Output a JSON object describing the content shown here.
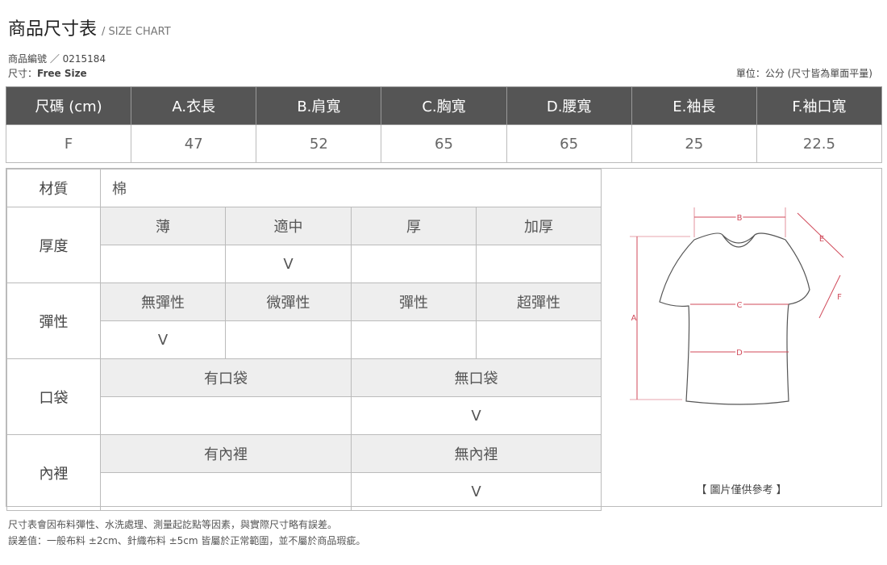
{
  "header": {
    "title": "商品尺寸表",
    "subtitle": "/ SIZE CHART",
    "product_no": "商品編號 ／ 0215184",
    "size_label": "尺寸：",
    "size_value": "Free Size",
    "unit_note": "單位：公分 (尺寸皆為單面平量)"
  },
  "size_table": {
    "columns": [
      "尺碼 (cm)",
      "A.衣長",
      "B.肩寬",
      "C.胸寬",
      "D.腰寬",
      "E.袖長",
      "F.袖口寬"
    ],
    "row": [
      "F",
      "47",
      "52",
      "65",
      "65",
      "25",
      "22.5"
    ]
  },
  "detail": {
    "material": {
      "label": "材質",
      "value": "棉"
    },
    "thickness": {
      "label": "厚度",
      "options": [
        "薄",
        "適中",
        "厚",
        "加厚"
      ],
      "marks": [
        "",
        "V",
        "",
        ""
      ]
    },
    "elasticity": {
      "label": "彈性",
      "options": [
        "無彈性",
        "微彈性",
        "彈性",
        "超彈性"
      ],
      "marks": [
        "V",
        "",
        "",
        ""
      ]
    },
    "pocket": {
      "label": "口袋",
      "options": [
        "有口袋",
        "無口袋"
      ],
      "marks": [
        "",
        "V"
      ]
    },
    "lining": {
      "label": "內裡",
      "options": [
        "有內裡",
        "無內裡"
      ],
      "marks": [
        "",
        "V"
      ]
    }
  },
  "image": {
    "caption": "【 圖片僅供參考 】",
    "labels": {
      "a": "A",
      "b": "B",
      "c": "C",
      "d": "D",
      "e": "E",
      "f": "F"
    },
    "accent_color": "#d04a5a"
  },
  "footer": {
    "line1": "尺寸表會因布料彈性、水洗處理、測量起訖點等因素，與實際尺寸略有誤差。",
    "line2": "誤差值：一般布料 ±2cm、針織布料 ±5cm 皆屬於正常範圍，並不屬於商品瑕疵。"
  }
}
